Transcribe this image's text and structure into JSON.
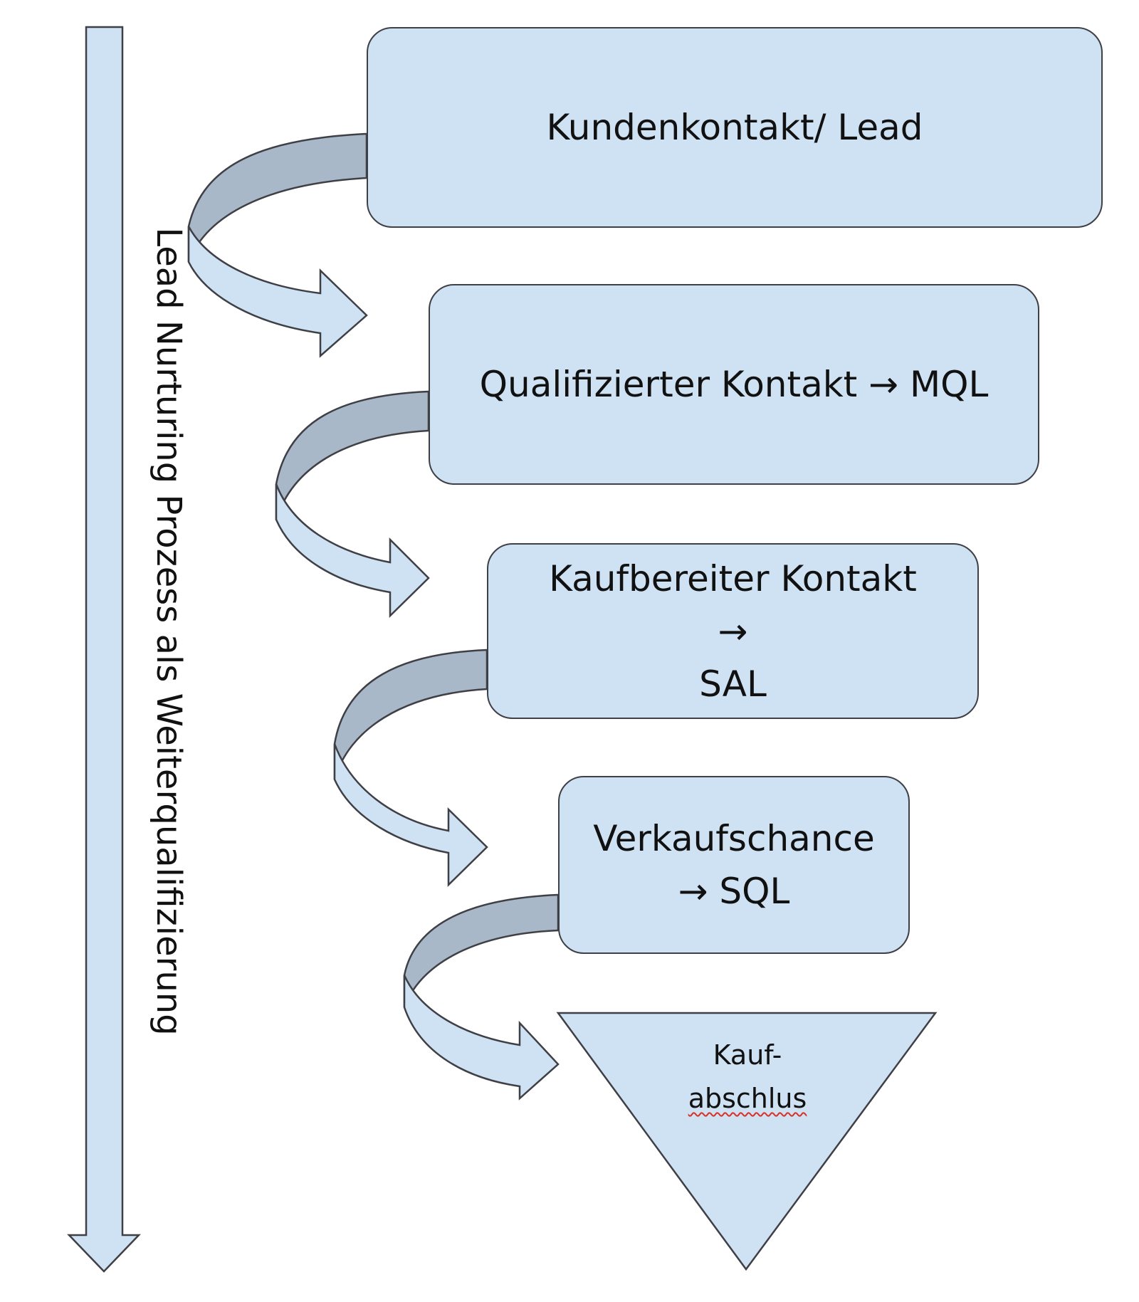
{
  "diagram": {
    "side_label": "Lead Nurturing Prozess als Weiterqualifizierung",
    "stages": [
      {
        "line1": "Kundenkontakt/ Lead",
        "line2": ""
      },
      {
        "line1": "Qualifizierter Kontakt → MQL",
        "line2": ""
      },
      {
        "line1": "Kaufbereiter Kontakt →",
        "line2": "SAL"
      },
      {
        "line1": "Verkaufschance",
        "line2": "→ SQL"
      }
    ],
    "final_stage": {
      "line1": "Kauf-",
      "line2": "abschlus"
    }
  },
  "colors": {
    "box_fill": "#cfe2f3",
    "curve_back": "#a9b8c8",
    "stroke": "#3f3f46"
  }
}
